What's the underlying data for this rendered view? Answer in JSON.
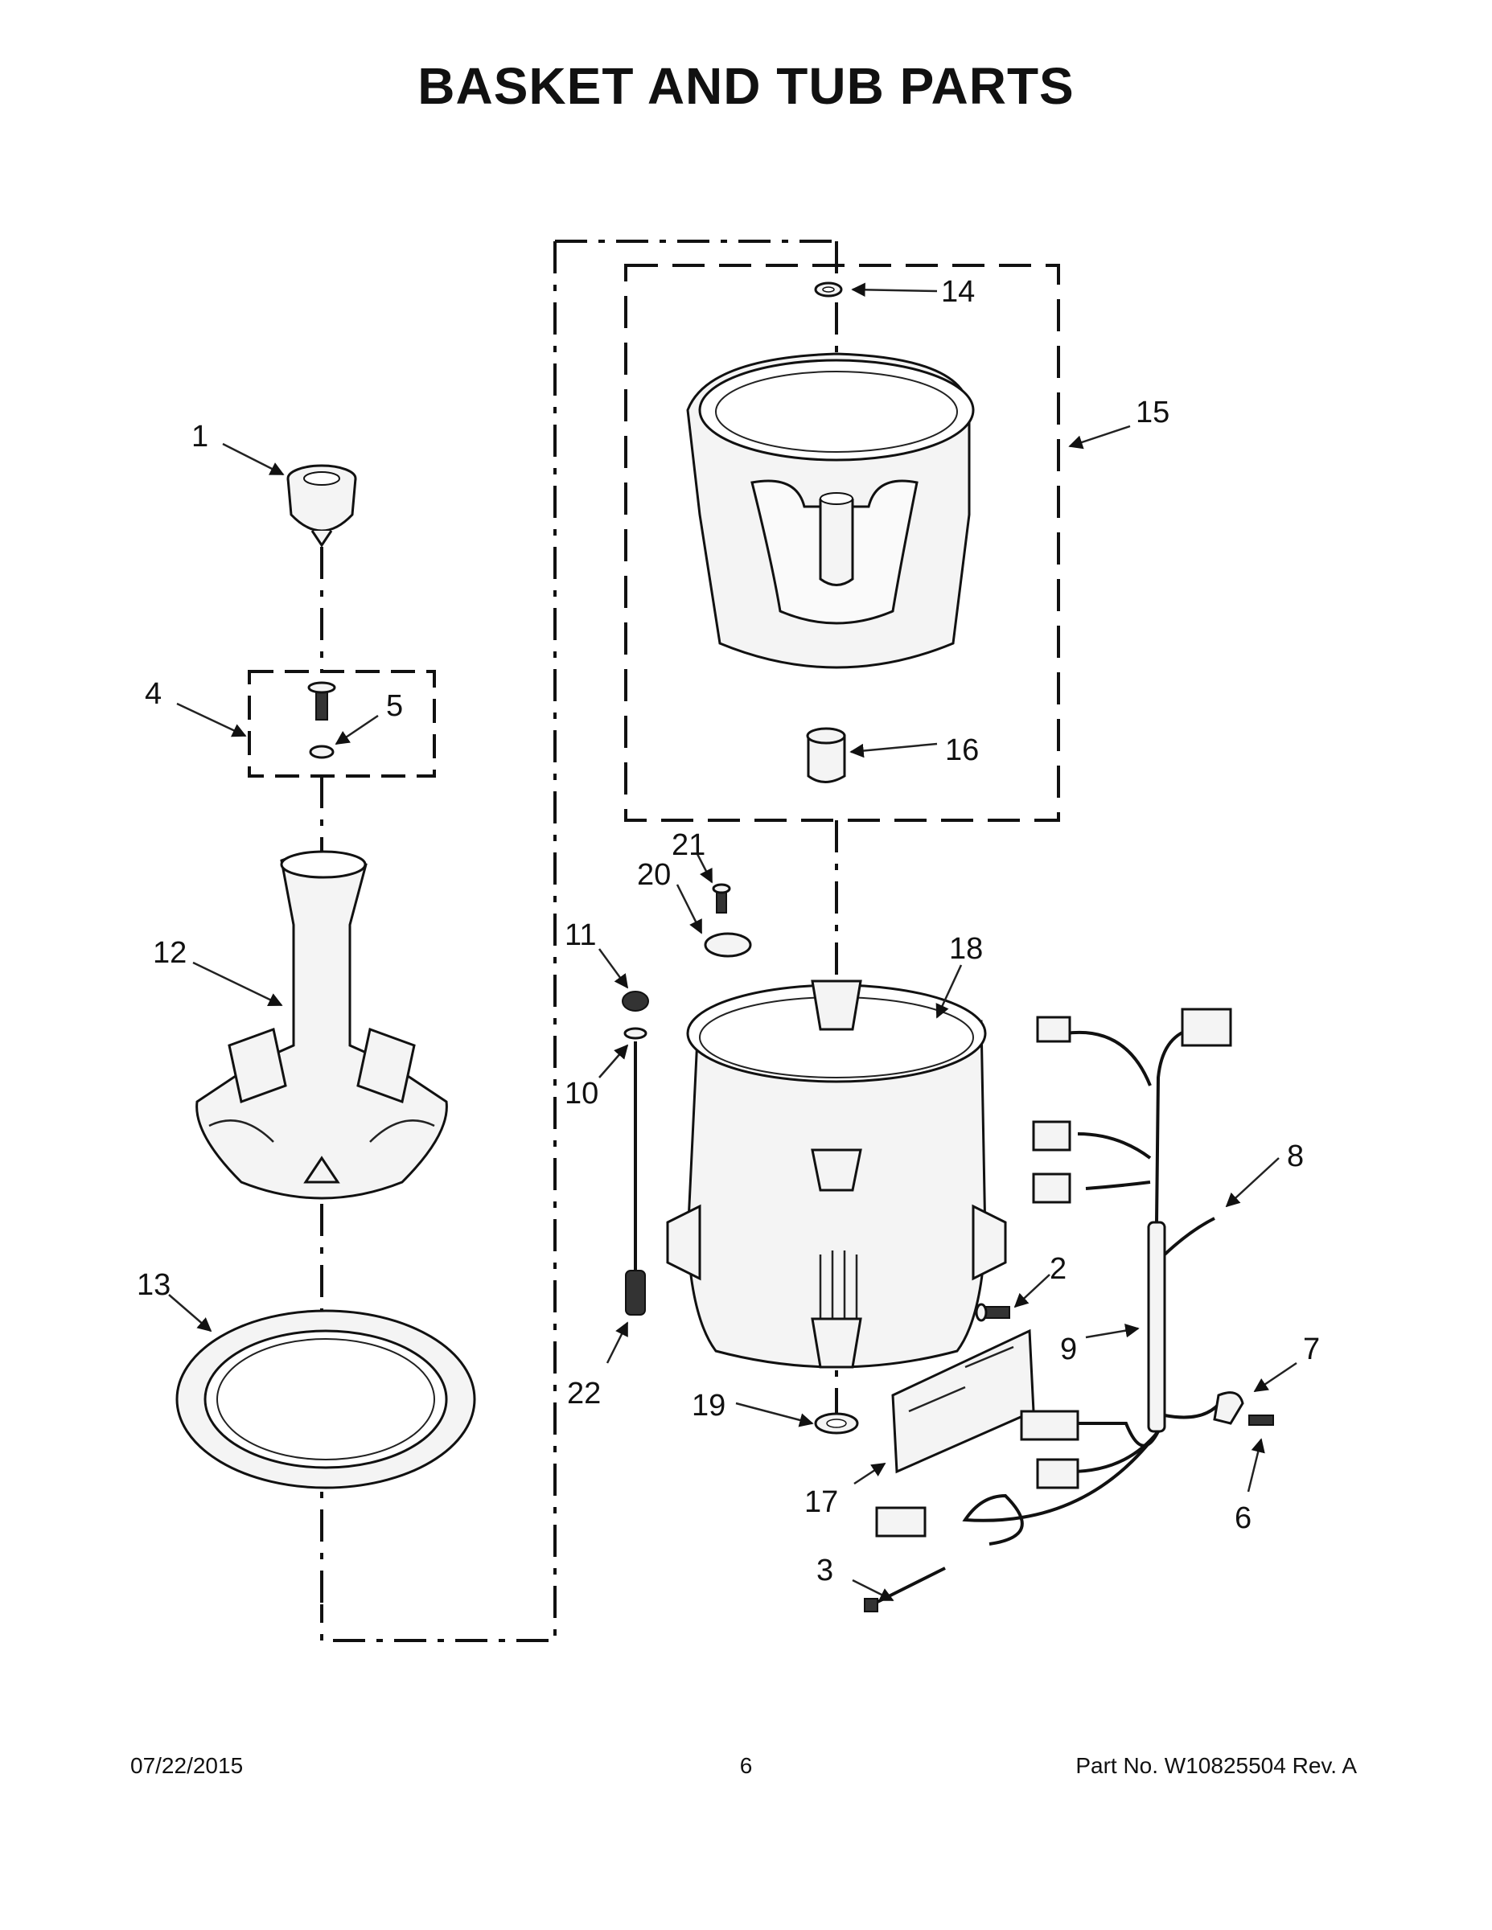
{
  "page": {
    "title": "BASKET AND TUB PARTS",
    "footer": {
      "date": "07/22/2015",
      "page_number": "6",
      "part_number": "Part No.  W10825504  Rev.  A"
    }
  },
  "callouts": {
    "c1": "1",
    "c2": "2",
    "c3": "3",
    "c4": "4",
    "c5": "5",
    "c6": "6",
    "c7": "7",
    "c8": "8",
    "c9": "9",
    "c10": "10",
    "c11": "11",
    "c12": "12",
    "c13": "13",
    "c14": "14",
    "c15": "15",
    "c16": "16",
    "c17": "17",
    "c18": "18",
    "c19": "19",
    "c20": "20",
    "c21": "21",
    "c22": "22"
  },
  "colors": {
    "line": "#111111",
    "part_fill": "#f4f4f4",
    "background": "#ffffff"
  }
}
